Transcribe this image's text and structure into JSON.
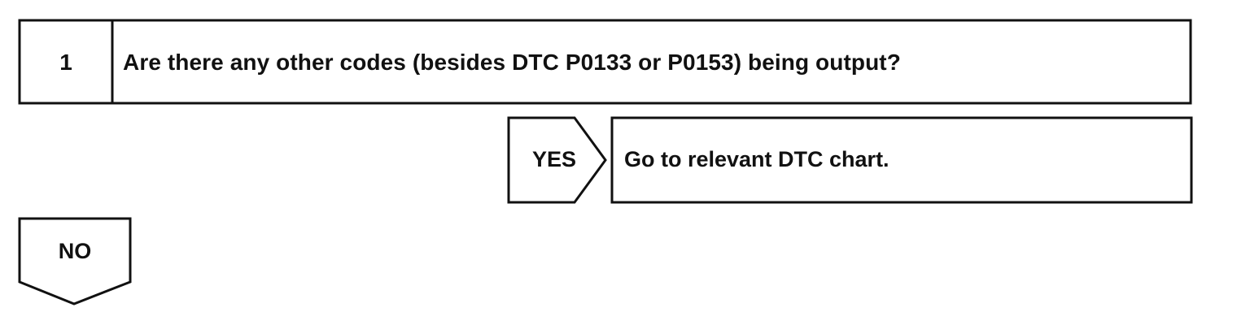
{
  "step": {
    "number": "1",
    "question": "Are there any other codes (besides DTC P0133 or P0153) being output?"
  },
  "yes_branch": {
    "label": "YES",
    "action": "Go to relevant DTC chart."
  },
  "no_branch": {
    "label": "NO"
  }
}
